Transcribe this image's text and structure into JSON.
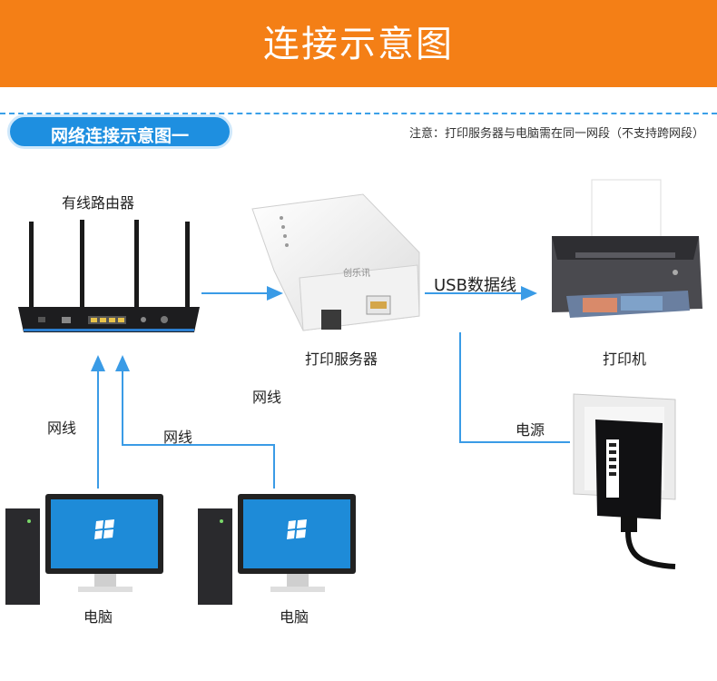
{
  "banner": {
    "title": "连接示意图"
  },
  "section": {
    "title": "网络连接示意图一",
    "note": "注意：打印服务器与电脑需在同一网段（不支持跨网段）"
  },
  "nodes": {
    "router": "有线路由器",
    "print_server": "打印服务器",
    "printer": "打印机",
    "pc1": "电脑",
    "pc2": "电脑",
    "print_server_brand": "创乐讯"
  },
  "edges": {
    "usb": "USB数据线",
    "power": "电源",
    "cable_left": "网线",
    "cable_mid": "网线",
    "cable_right": "网线"
  },
  "colors": {
    "banner": "#f47f16",
    "accent": "#1e8fe0",
    "connector": "#3a9be6"
  }
}
